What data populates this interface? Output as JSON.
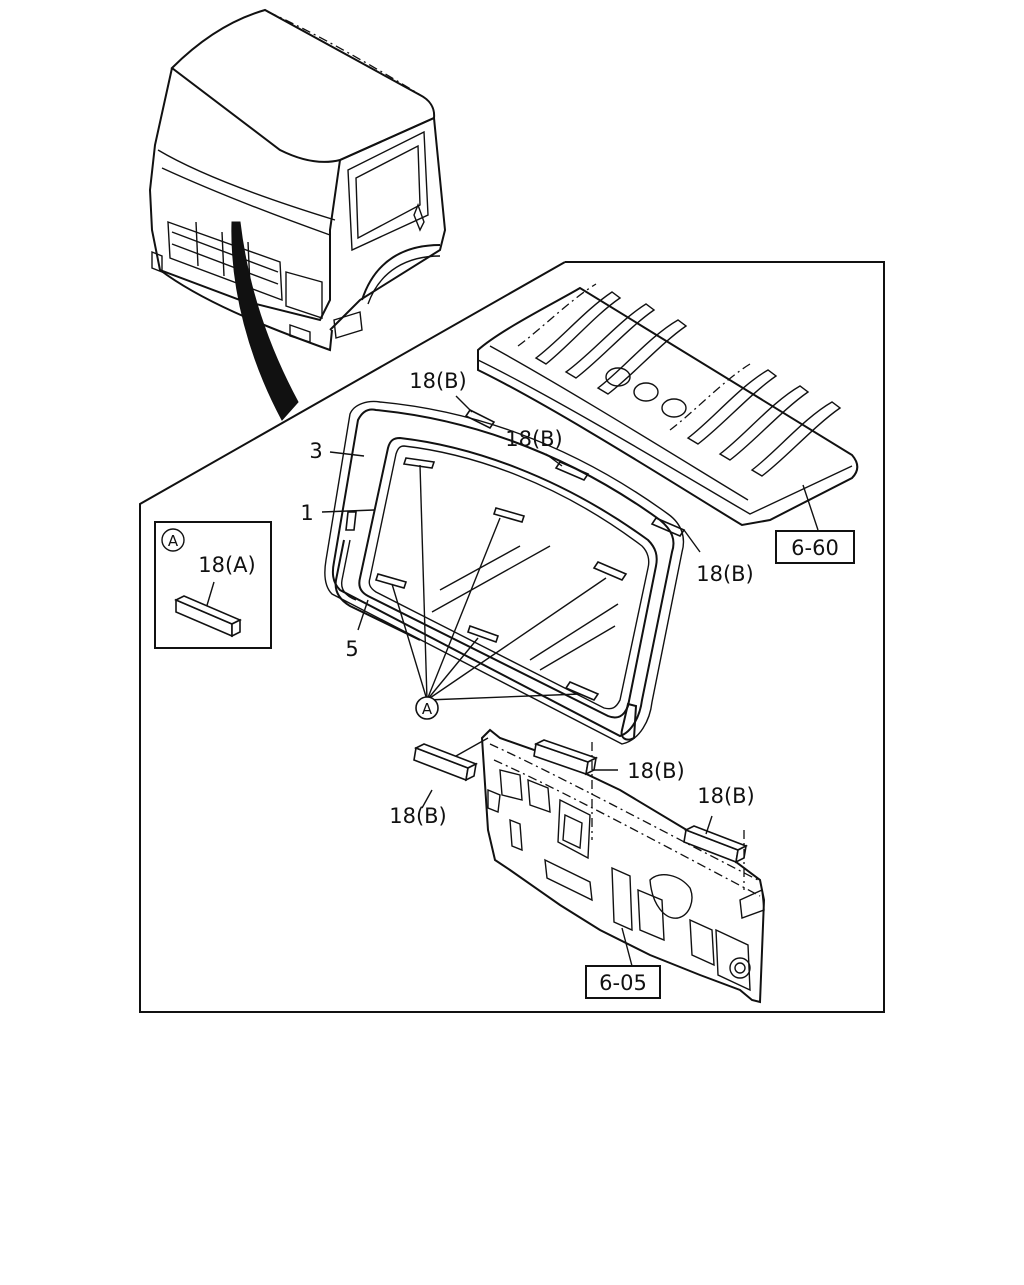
{
  "diagram": {
    "callouts": {
      "part_3": "3",
      "part_1": "1",
      "part_5": "5",
      "part_18b_top": "18(B)",
      "part_18b_mid": "18(B)",
      "part_18b_right": "18(B)",
      "part_18b_lower_left": "18(B)",
      "part_18b_lower_mid": "18(B)",
      "part_18b_lower_right": "18(B)",
      "inset_18a": "18(A)"
    },
    "references": {
      "roof_panel": "6-60",
      "dash_panel": "6-05"
    },
    "detail_markers": {
      "inset": "A",
      "windshield": "A"
    }
  }
}
